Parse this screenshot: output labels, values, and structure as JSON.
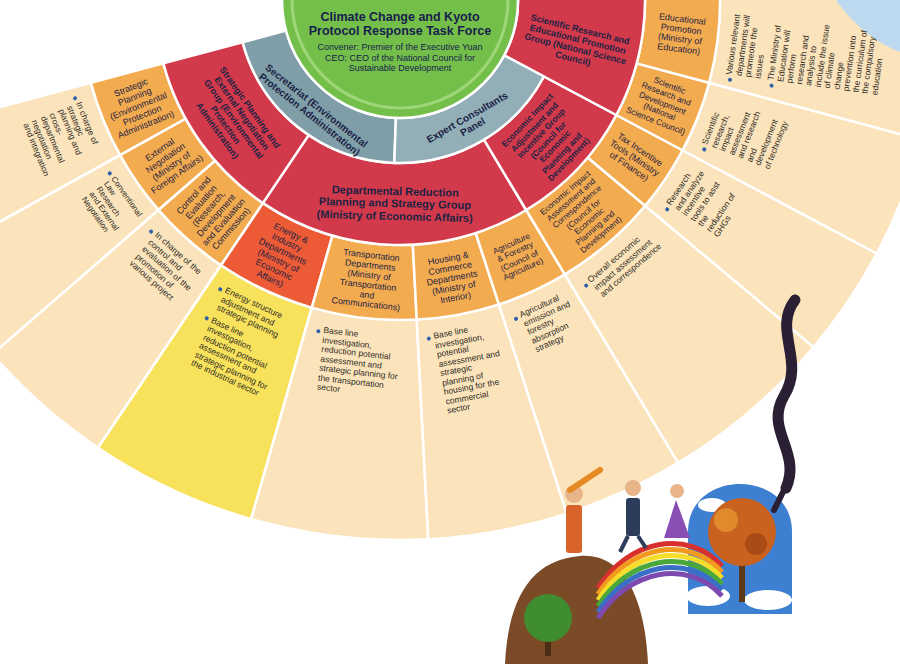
{
  "diagram": {
    "nodes": [
      {
        "text": [
          "Climate Change and Kyoto Protocol Response Task Force",
          "Convener: Premier of the Executive Yuan",
          "CEO: CEO of the National Council for Sustainable Development"
        ]
      },
      {
        "text": [
          "Secretariat (Environmental Protection Administration)"
        ]
      },
      {
        "text": [
          "Expert Consultants Panel"
        ]
      },
      {
        "text": [
          "Strategic Planning and External Negotiation Group (Environmental Protection Administration)"
        ]
      },
      {
        "text": [
          "Departmental Reduction Planning and Strategy Group (Ministry of Economic Affairs)"
        ]
      },
      {
        "text": [
          "Economic Impact Adjustment and Incentive Group (Council for Economic Planning and Development)"
        ]
      },
      {
        "text": [
          "Scientific Research and Educational Promotion Group (National Science Council)"
        ]
      },
      {
        "text": [
          "Strategic Planning (Environmental Protection Administration)"
        ]
      },
      {
        "text": [
          "External Negotiation (Ministry of Foreign Affairs)"
        ]
      },
      {
        "text": [
          "Control and Evaluation (Research, Development and Evaluation Commission)"
        ]
      },
      {
        "text": [
          "Energy & Industry Departments (Ministry of Economic Affairs)"
        ]
      },
      {
        "text": [
          "Transportation Departments (Ministry of Transportation and Communications)"
        ]
      },
      {
        "text": [
          "Housing & Commerce Departments (Ministry of Interior)"
        ]
      },
      {
        "text": [
          "Agriculture & Forestry (Council of Agriculture)"
        ]
      },
      {
        "text": [
          "Economic Impact Assessment and Correspondence (Council for Economic Planning and Development)"
        ]
      },
      {
        "text": [
          "Tax Incentive Tools (Ministry of Finance)"
        ]
      },
      {
        "text": [
          "Scientific Research and Development (National Science Council)"
        ]
      },
      {
        "text": [
          "Educational Promotion (Ministry of Education)"
        ]
      },
      {
        "text": [
          "In charge of strategic planning and cross-departmental negotiation and integration"
        ]
      },
      {
        "text": [
          "Conventional Law Research and External Negotiation"
        ]
      },
      {
        "text": [
          "In charge of the control and evaluation of the promotion of various project"
        ]
      },
      {
        "text": [
          "Energy structure adjustment and strategic planning",
          "Base line investigation, reduction potential assessment and strategic planning for the industrial sector"
        ]
      },
      {
        "text": [
          "Base line investigation, reduction potential assessment and strategic planning for the transportation sector"
        ]
      },
      {
        "text": [
          "Base line investigation, potential assessment and strategic planning of housing for the commercial sector"
        ]
      },
      {
        "text": [
          "Agricultural emission and forestry absorption strategy"
        ]
      },
      {
        "text": [
          "Overall economic impact assessment and correspondence"
        ]
      },
      {
        "text": [
          "Research and analyze incentive tools to asst the reduction of GHGs"
        ]
      },
      {
        "text": [
          "Scientific research, impact assessment and research and development of technology"
        ]
      },
      {
        "text": [
          "Various relevant departments will promeote the issues",
          "The Ministry of Education will perform research and analysis to include the issue of climate change prevention into the curriculum of the compulsory education"
        ]
      }
    ]
  }
}
